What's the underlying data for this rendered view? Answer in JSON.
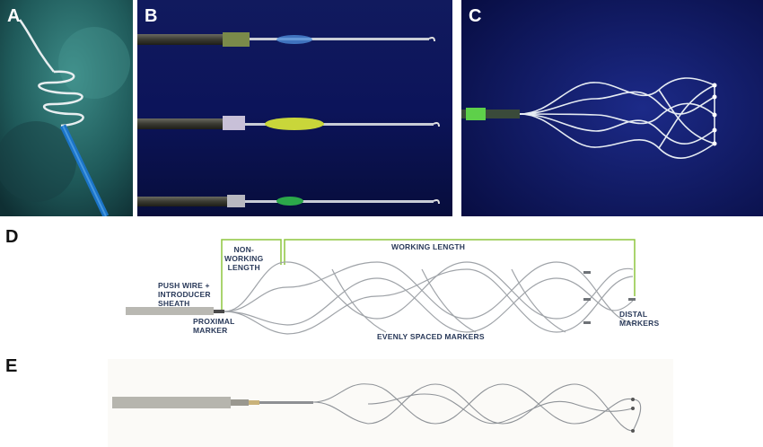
{
  "panels": {
    "a": {
      "label": "A"
    },
    "b": {
      "label": "B"
    },
    "c": {
      "label": "C"
    },
    "d": {
      "label": "D",
      "annotations": {
        "non_working_length": [
          "NON-",
          "WORKING",
          "LENGTH"
        ],
        "working_length": "WORKING LENGTH",
        "push_wire": [
          "PUSH WIRE +",
          "INTRODUCER",
          "SHEATH"
        ],
        "proximal_marker": [
          "PROXIMAL",
          "MARKER"
        ],
        "evenly_spaced_markers": "EVENLY SPACED MARKERS",
        "distal_markers": [
          "DISTAL",
          "MARKERS"
        ]
      }
    },
    "e": {
      "label": "E"
    }
  },
  "colors": {
    "dark_blue_bg": "#0d1550",
    "teal_bg": "#2f6f6e",
    "bracket_green": "#8dc63f",
    "annotation_text": "#2a3a5a"
  }
}
